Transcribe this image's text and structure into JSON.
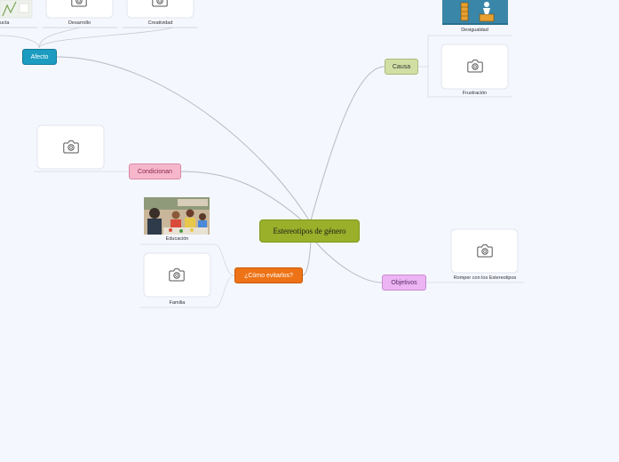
{
  "central": {
    "label": "Estereotipos de género",
    "color": "#9aaf2a"
  },
  "branches": {
    "afecto": {
      "label": "Afecto",
      "color": "#1b9cc0",
      "text_color": "#ffffff",
      "children": [
        "ucta",
        "Desarrollo",
        "Creatividad"
      ]
    },
    "causa": {
      "label": "Causa",
      "color": "#d2dfa4",
      "text_color": "#333333",
      "children": [
        "Desigualdad",
        "Frustración"
      ]
    },
    "condicionan": {
      "label": "Condicionan",
      "color": "#f6b6cb",
      "text_color": "#8a2a4a"
    },
    "como_evitarlos": {
      "label": "¿Cómo evitarlos?",
      "color": "#ee7316",
      "text_color": "#ffffff",
      "children": [
        "Educación",
        "Familia"
      ]
    },
    "objetivos": {
      "label": "Objetivos",
      "color": "#ecb4f2",
      "text_color": "#5a2a6a",
      "children": [
        "Romper con los Estereotipos"
      ]
    }
  },
  "icons": {
    "image_placeholder": "camera-icon"
  },
  "colors": {
    "background": "#f5f7ff",
    "connector": "#b7bac4",
    "frame": "#d6d9e2"
  }
}
